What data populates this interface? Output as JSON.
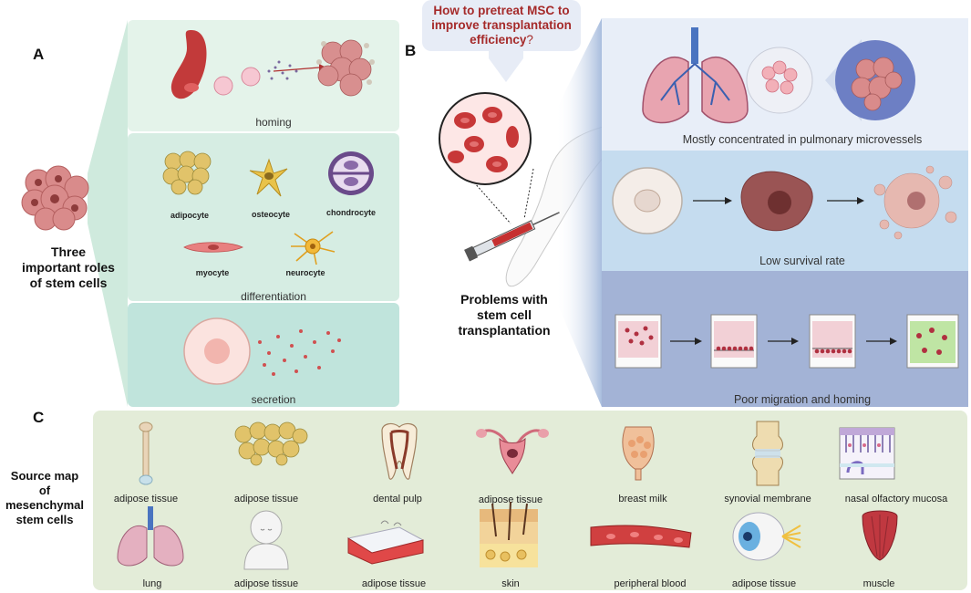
{
  "panel_letters": {
    "a": "A",
    "b": "B",
    "c": "C"
  },
  "panel_a": {
    "main_label": "Three important roles of stem cells",
    "main_label_lines": [
      "Three",
      "important roles",
      "of stem cells"
    ],
    "homing_label": "homing",
    "differentiation_label": "differentiation",
    "secretion_label": "secretion",
    "cell_types": [
      "adipocyte",
      "osteocyte",
      "chondrocyte",
      "myocyte",
      "neurocyte"
    ]
  },
  "panel_b": {
    "question_lines": [
      "How to pretreat MSC to",
      "improve transplantation",
      "efficiency"
    ],
    "question_mark": "?",
    "problems_lines": [
      "Problems with",
      "stem cell",
      "transplantation"
    ],
    "problems": [
      "Mostly concentrated in pulmonary microvessels",
      "Low survival rate",
      "Poor migration and homing"
    ]
  },
  "panel_c": {
    "title_lines": [
      "Source map",
      "of",
      "mesenchymal",
      "stem cells"
    ],
    "sources_row1": [
      "adipose tissue",
      "adipose tissue",
      "dental pulp",
      "adipose tissue",
      "breast milk",
      "synovial membrane",
      "nasal olfactory mucosa"
    ],
    "sources_row2": [
      "lung",
      "adipose tissue",
      "adipose tissue",
      "skin",
      "peripheral blood",
      "adipose tissue",
      "muscle"
    ]
  },
  "colors": {
    "panel_a_bg": "#dff0e8",
    "panel_b_top": "#e8eef8",
    "panel_b_mid": "#c5dcef",
    "panel_b_bottom": "#a3b3d6",
    "panel_c_bg": "#e3ecd8",
    "question_text": "#a52a2a",
    "cell_red": "#c0392b"
  }
}
